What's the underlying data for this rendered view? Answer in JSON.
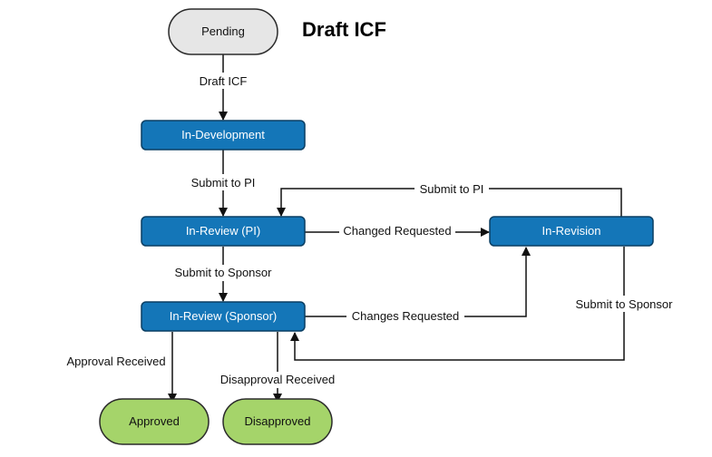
{
  "diagram": {
    "title": "Draft ICF",
    "nodes": {
      "pending": "Pending",
      "in_development": "In-Development",
      "in_review_pi": "In-Review (PI)",
      "in_revision": "In-Revision",
      "in_review_sponsor": "In-Review (Sponsor)",
      "approved": "Approved",
      "disapproved": "Disapproved"
    },
    "edges": {
      "draft_icf": "Draft ICF",
      "submit_to_pi": "Submit to PI",
      "submit_to_pi_revision": "Submit to PI",
      "changed_requested": "Changed Requested",
      "submit_to_sponsor": "Submit to Sponsor",
      "changes_requested": "Changes Requested",
      "submit_to_sponsor_revision": "Submit to Sponsor",
      "approval_received": "Approval Received",
      "disapproval_received": "Disapproval Received"
    },
    "colors": {
      "process_fill": "#1476b8",
      "start_fill": "#e6e6e6",
      "end_fill": "#a5d46a"
    }
  }
}
